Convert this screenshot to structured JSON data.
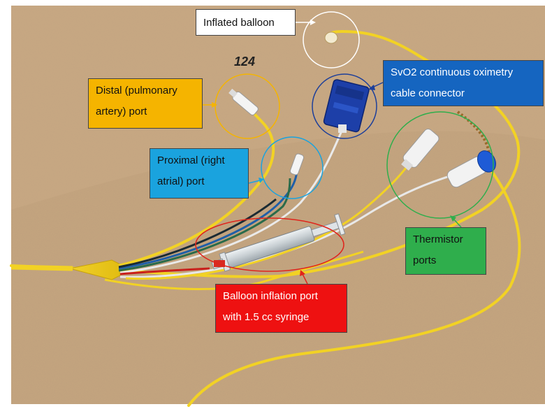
{
  "photo": {
    "board_number": "124"
  },
  "labels": {
    "inflated_balloon": [
      "Inflated balloon"
    ],
    "distal_port": [
      "Distal (pulmonary",
      "artery) port"
    ],
    "svo2_connector": [
      "SvO2 continuous oximetry",
      "cable connector"
    ],
    "proximal_port": [
      "Proximal (right",
      "atrial) port"
    ],
    "thermistor_ports": [
      "Thermistor",
      "ports"
    ],
    "balloon_inflation_port": [
      "Balloon inflation port",
      "with 1.5 cc syringe"
    ]
  },
  "colors": {
    "background_cardboard": "#c4a47e",
    "catheter_yellow": "#f2d224",
    "inflated_balloon_circle": "#ffffff",
    "distal_label": "#f5b400",
    "svo2_label": "#1565c0",
    "proximal_label": "#1aa3de",
    "thermistor_label": "#2fae4c",
    "balloon_port_label": "#ee1111"
  }
}
